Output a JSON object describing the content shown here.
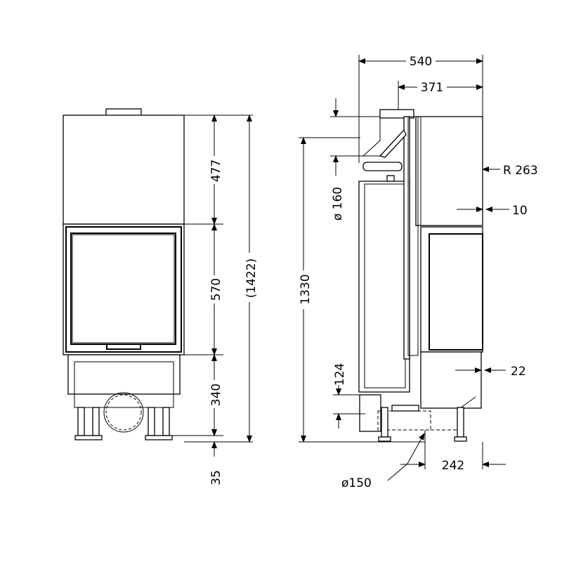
{
  "front_view": {
    "dim_top": "477",
    "dim_middle": "570",
    "dim_bottom": "340",
    "dim_total": "(1422)",
    "dim_feet": "35"
  },
  "side_view": {
    "dim_width": "540",
    "dim_depth": "371",
    "dim_flue_dia": "ø 160",
    "dim_height": "1330",
    "dim_radius": "R 263",
    "dim_offset": "10",
    "dim_gap": "22",
    "dim_inlet": "124",
    "dim_air_dia": "ø150",
    "dim_air_pos": "242"
  }
}
